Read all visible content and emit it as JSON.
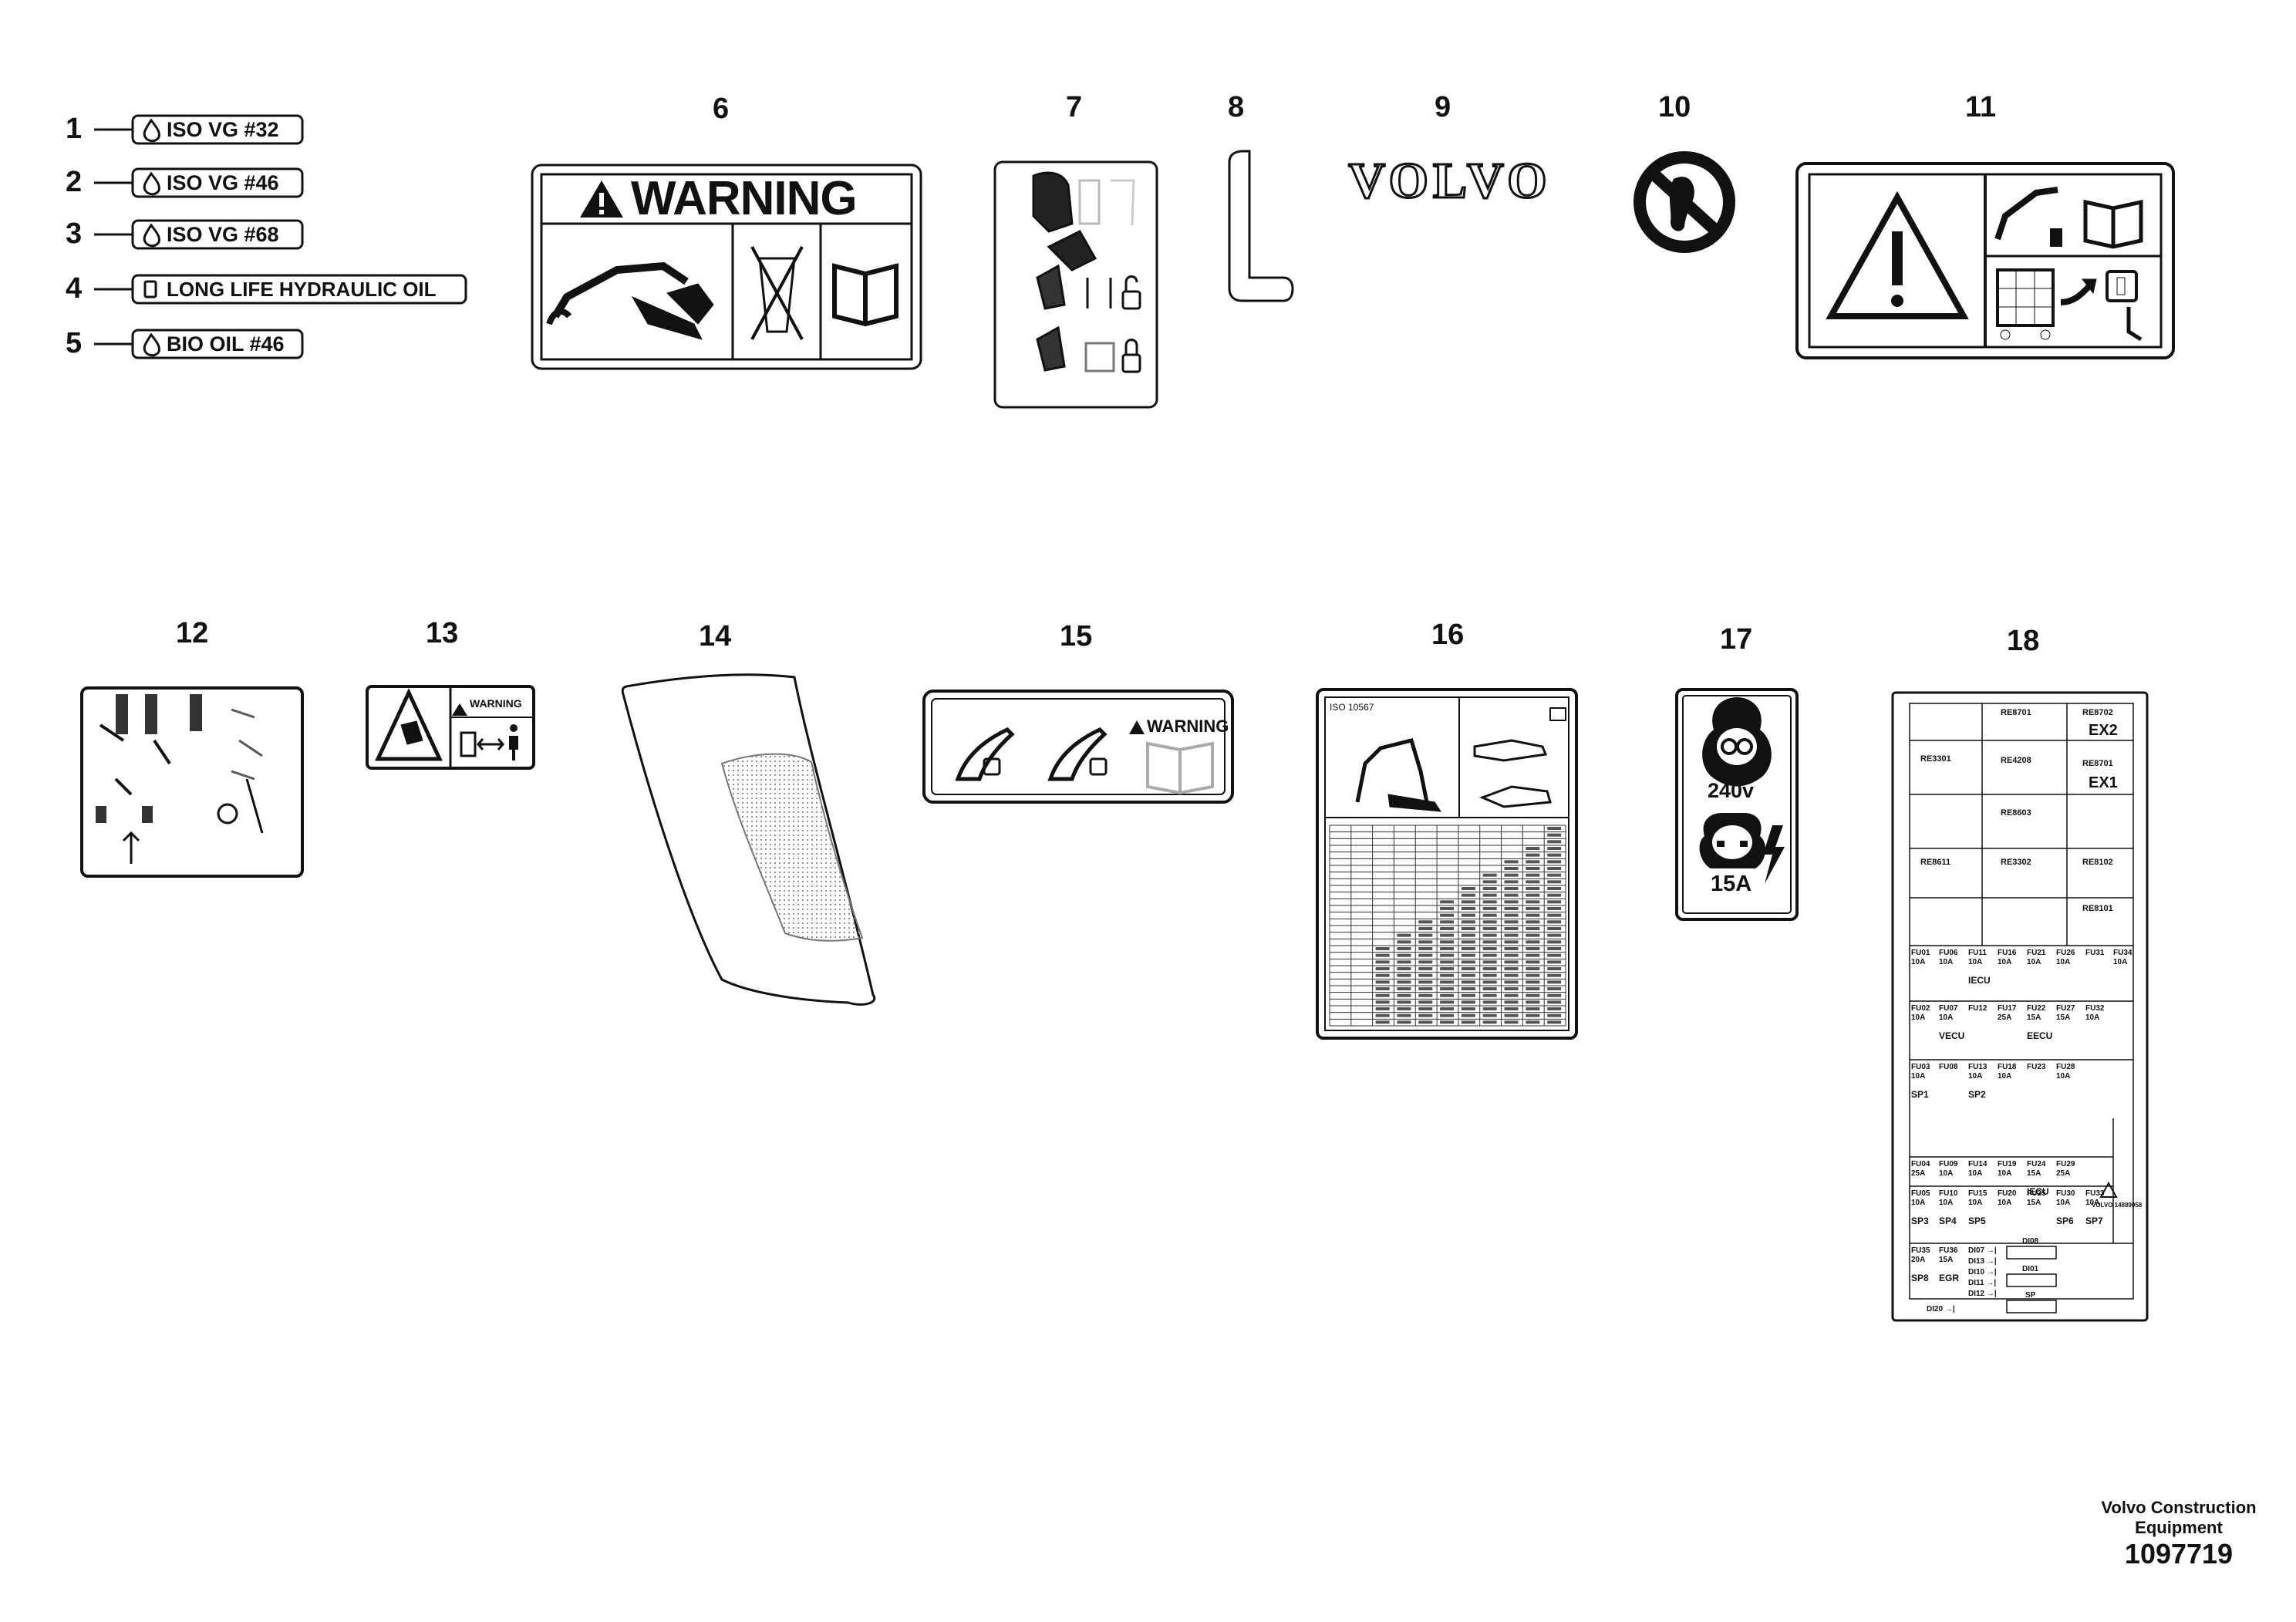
{
  "callouts": [
    "1",
    "2",
    "3",
    "4",
    "5",
    "6",
    "7",
    "8",
    "9",
    "10",
    "11",
    "12",
    "13",
    "14",
    "15",
    "16",
    "17",
    "18"
  ],
  "oil_labels": [
    "ISO VG #32",
    "ISO VG #46",
    "ISO VG #68",
    "LONG LIFE HYDRAULIC OIL",
    "BIO OIL #46"
  ],
  "warning_text": "WARNING",
  "warning_text_small": "WARNING",
  "brand": "VOLVO",
  "iso_label": "ISO 10567",
  "voltage": "240v",
  "amps": "15A",
  "footer": {
    "line1": "Volvo Construction",
    "line2": "Equipment",
    "drawing_number": "1097719"
  },
  "fuse_panel": {
    "relays": [
      "RE3301",
      "RE8701",
      "RE8702",
      "RE4208",
      "RE8701",
      "RE8603",
      "RE8611",
      "RE3302",
      "RE8102",
      "RE8101"
    ],
    "relay_codes": [
      "EX2",
      "EX1"
    ],
    "fuses": [
      {
        "id": "FU01",
        "a": "10A",
        "tag": ""
      },
      {
        "id": "FU06",
        "a": "10A",
        "tag": ""
      },
      {
        "id": "FU11",
        "a": "10A",
        "tag": "IECU"
      },
      {
        "id": "FU16",
        "a": "10A",
        "tag": ""
      },
      {
        "id": "FU21",
        "a": "10A",
        "tag": ""
      },
      {
        "id": "FU26",
        "a": "10A",
        "tag": ""
      },
      {
        "id": "FU31",
        "a": "",
        "tag": ""
      },
      {
        "id": "FU34",
        "a": "10A",
        "tag": ""
      },
      {
        "id": "FU02",
        "a": "10A",
        "tag": ""
      },
      {
        "id": "FU07",
        "a": "10A",
        "tag": "VECU"
      },
      {
        "id": "FU12",
        "a": "",
        "tag": ""
      },
      {
        "id": "FU17",
        "a": "25A",
        "tag": ""
      },
      {
        "id": "FU22",
        "a": "15A",
        "tag": "EECU"
      },
      {
        "id": "FU27",
        "a": "15A",
        "tag": ""
      },
      {
        "id": "FU32",
        "a": "10A",
        "tag": ""
      },
      {
        "id": "FU03",
        "a": "10A",
        "tag": "SP1"
      },
      {
        "id": "FU08",
        "a": "",
        "tag": ""
      },
      {
        "id": "FU13",
        "a": "10A",
        "tag": "SP2"
      },
      {
        "id": "FU18",
        "a": "10A",
        "tag": ""
      },
      {
        "id": "FU23",
        "a": "",
        "tag": ""
      },
      {
        "id": "FU28",
        "a": "10A",
        "tag": ""
      },
      {
        "id": "FU04",
        "a": "25A",
        "tag": ""
      },
      {
        "id": "FU09",
        "a": "10A",
        "tag": ""
      },
      {
        "id": "FU14",
        "a": "10A",
        "tag": ""
      },
      {
        "id": "FU19",
        "a": "10A",
        "tag": ""
      },
      {
        "id": "FU24",
        "a": "15A",
        "tag": "IECU"
      },
      {
        "id": "FU29",
        "a": "25A",
        "tag": ""
      },
      {
        "id": "FU05",
        "a": "10A",
        "tag": "SP3"
      },
      {
        "id": "FU10",
        "a": "10A",
        "tag": "SP4"
      },
      {
        "id": "FU15",
        "a": "10A",
        "tag": "SP5"
      },
      {
        "id": "FU20",
        "a": "10A",
        "tag": ""
      },
      {
        "id": "FU25",
        "a": "15A",
        "tag": ""
      },
      {
        "id": "FU30",
        "a": "10A",
        "tag": "SP6"
      },
      {
        "id": "FU33",
        "a": "10A",
        "tag": "SP7"
      },
      {
        "id": "FU35",
        "a": "20A",
        "tag": "SP8"
      },
      {
        "id": "FU36",
        "a": "15A",
        "tag": "EGR"
      }
    ],
    "diodes": [
      "DI07",
      "DI13",
      "DI10",
      "DI11",
      "DI12",
      "DI20"
    ],
    "diode_boxes": [
      "DI08",
      "DI01",
      "SP"
    ],
    "volvo_ref": "VOLVO 14889058"
  },
  "colors": {
    "ink": "#111111",
    "paper": "#ffffff",
    "light": "#bbbbbb"
  }
}
